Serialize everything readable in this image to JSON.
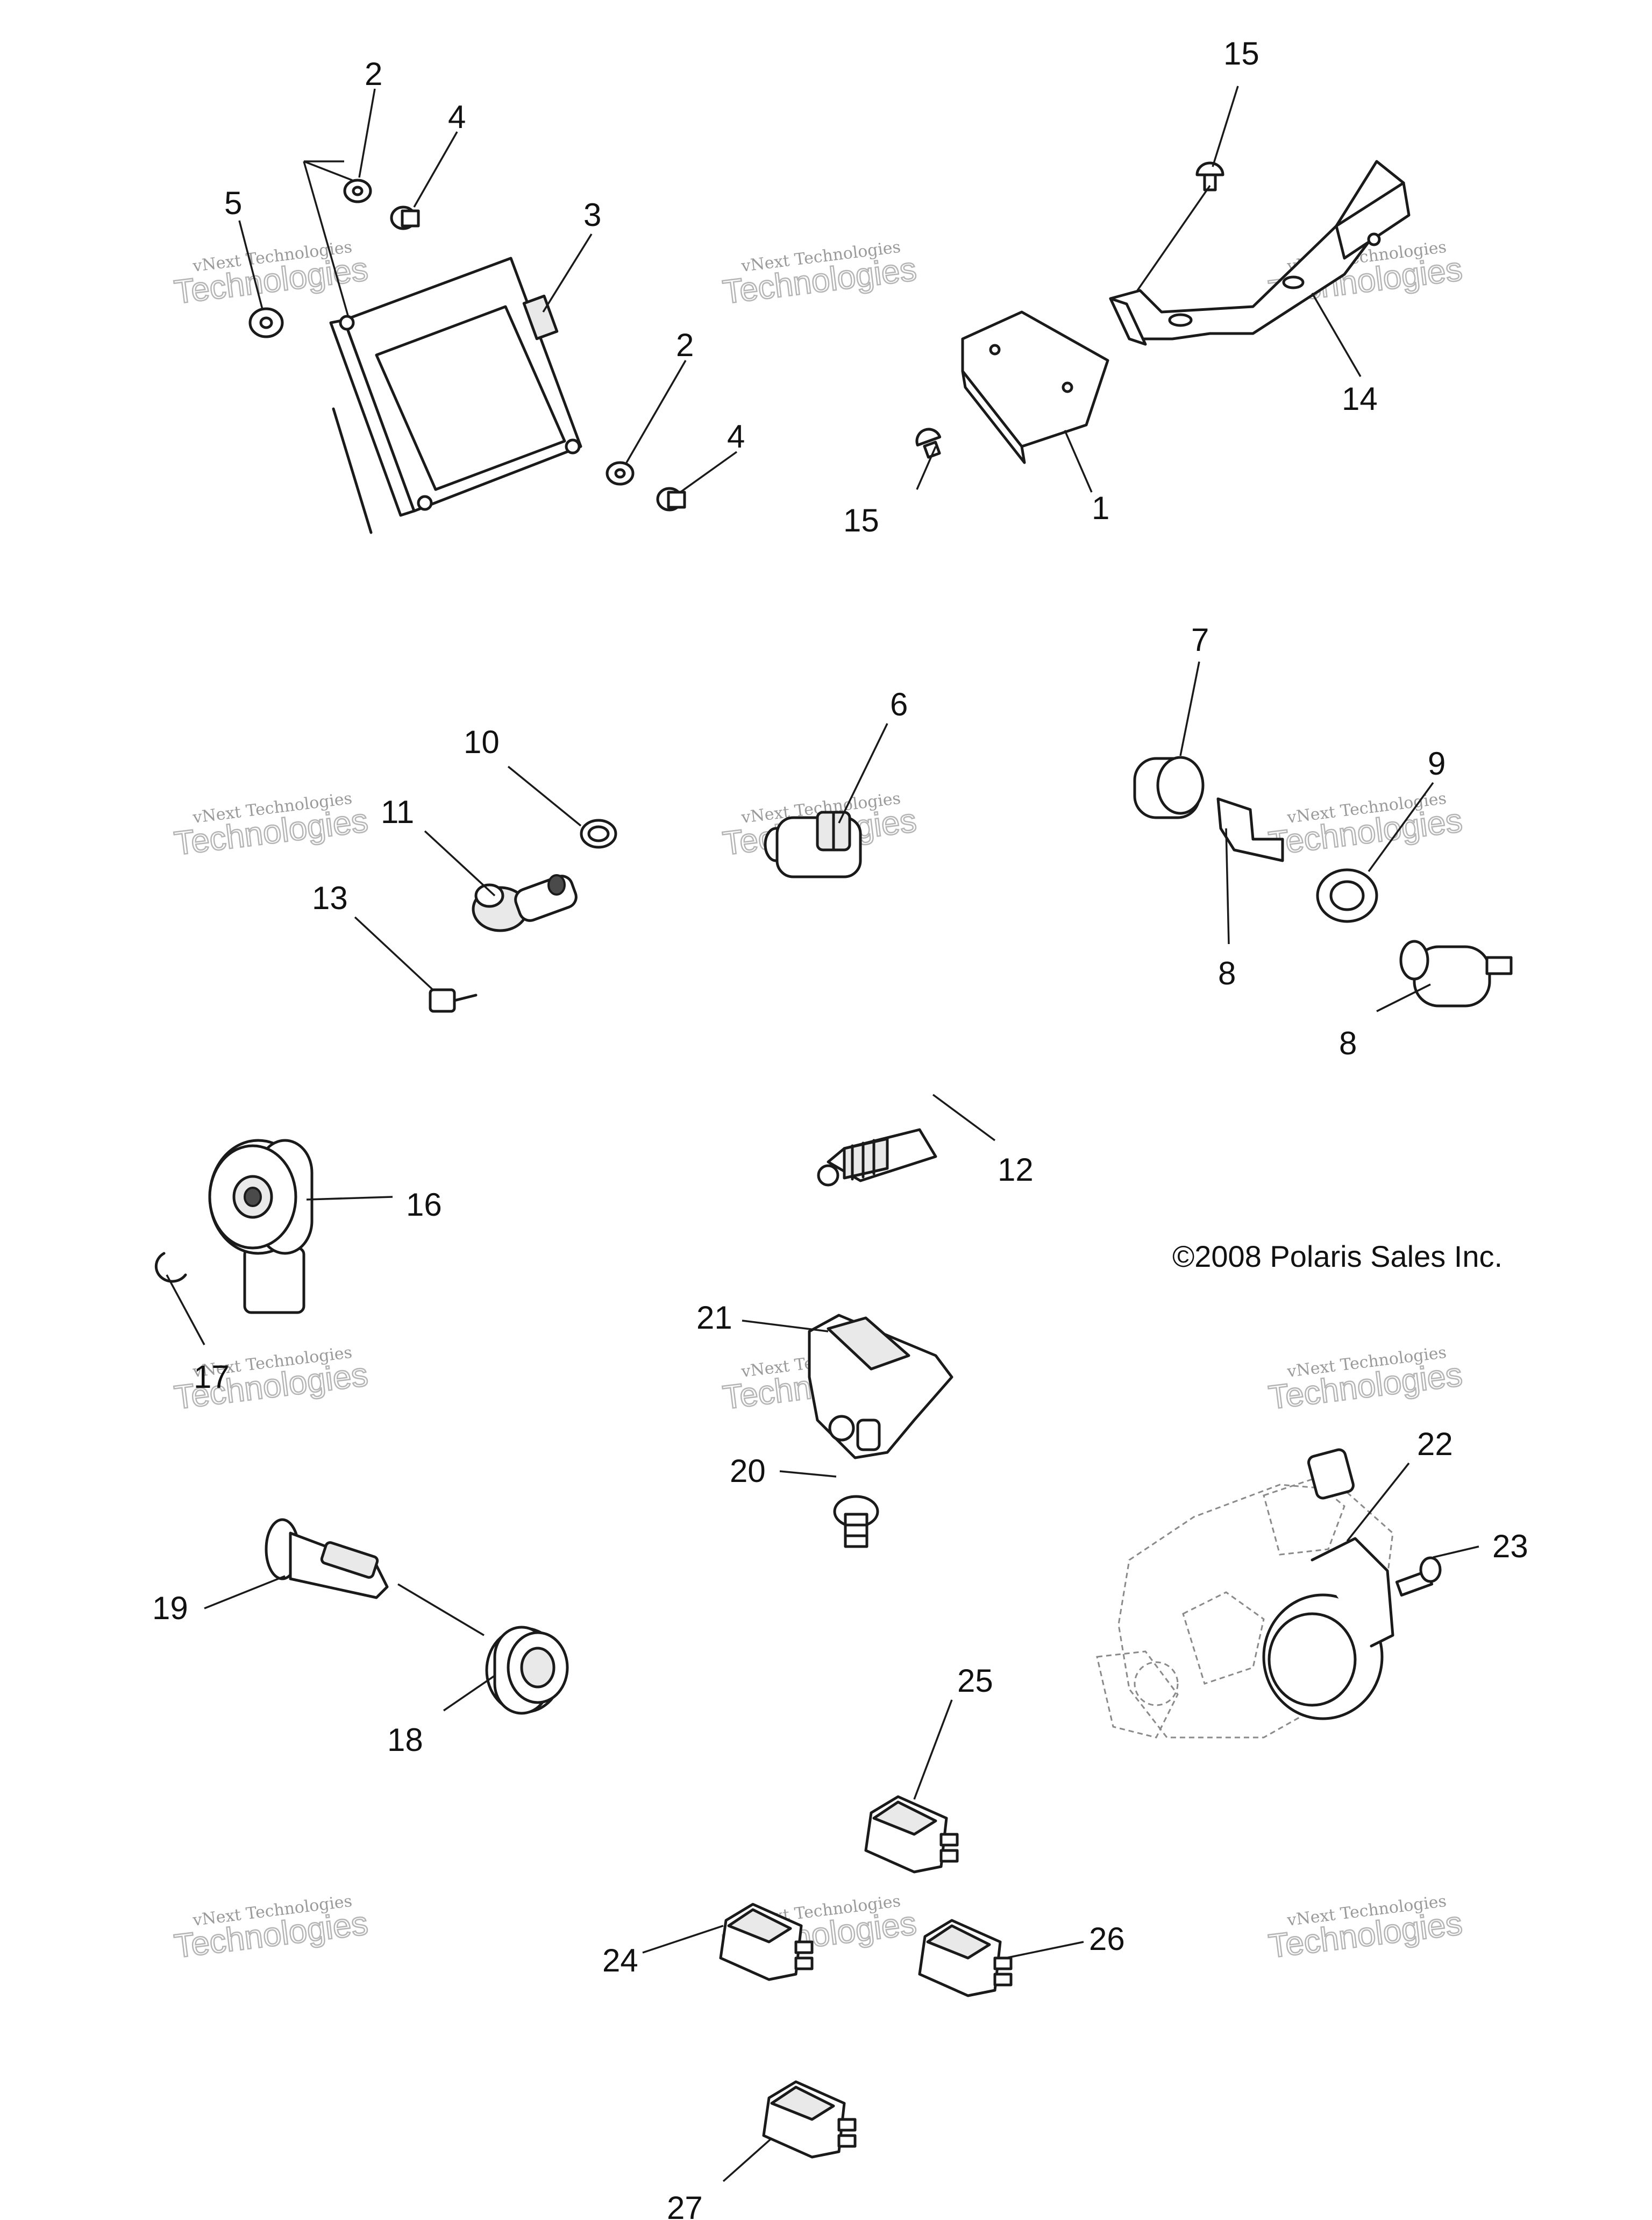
{
  "copyright": "©2008 Polaris Sales Inc.",
  "watermark": {
    "line1": "vNext Technologies",
    "line2": "Technologies"
  },
  "callouts": {
    "c2a": "2",
    "c4a": "4",
    "c5": "5",
    "c3": "3",
    "c2b": "2",
    "c4b": "4",
    "c15a": "15",
    "c14": "14",
    "c15b": "15",
    "c1": "1",
    "c10": "10",
    "c11": "11",
    "c13": "13",
    "c6": "6",
    "c7": "7",
    "c9": "9",
    "c8a": "8",
    "c8b": "8",
    "c12": "12",
    "c16": "16",
    "c17": "17",
    "c21": "21",
    "c20": "20",
    "c22": "22",
    "c23": "23",
    "c19": "19",
    "c18": "18",
    "c25": "25",
    "c24": "24",
    "c26": "26",
    "c27": "27"
  }
}
